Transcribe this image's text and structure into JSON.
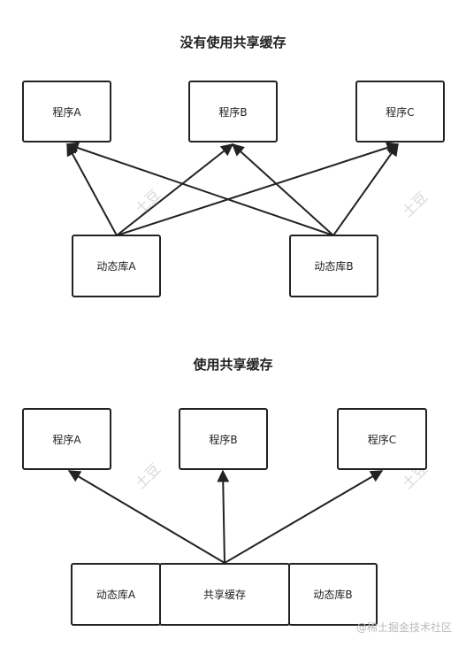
{
  "top": {
    "title": "没有使用共享缓存",
    "programs": [
      "程序A",
      "程序B",
      "程序C"
    ],
    "libraries": [
      "动态库A",
      "动态库B"
    ]
  },
  "bottom": {
    "title": "使用共享缓存",
    "programs": [
      "程序A",
      "程序B",
      "程序C"
    ],
    "libraries": [
      "动态库A",
      "共享缓存",
      "动态库B"
    ]
  },
  "watermark": "土豆",
  "footer": "@稀土掘金技术社区",
  "colors": {
    "stroke": "#222222",
    "watermark": "#d8d8d8"
  }
}
